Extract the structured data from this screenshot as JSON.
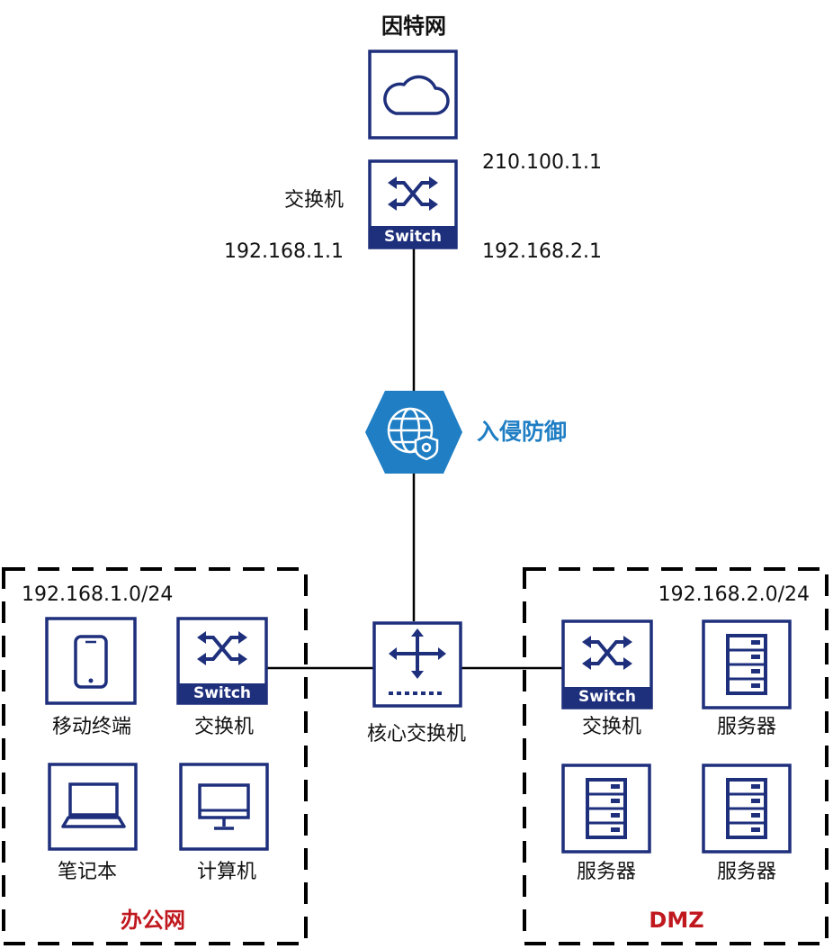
{
  "internet": {
    "label": "因特网",
    "icon": "cloud-icon"
  },
  "edge_switch": {
    "label": "交换机",
    "badge": "Switch",
    "wan_ip": "210.100.1.1",
    "lan_ip_1": "192.168.1.1",
    "lan_ip_2": "192.168.2.1"
  },
  "ids": {
    "label": "入侵防御",
    "icon": "globe-shield-icon",
    "color": "#1f7ec4"
  },
  "core_switch": {
    "label": "核心交换机",
    "icon": "router-arrows-icon"
  },
  "office": {
    "name": "办公网",
    "subnet": "192.168.1.0/24",
    "devices": {
      "mobile": "移动终端",
      "switch": "交换机",
      "switch_badge": "Switch",
      "laptop": "笔记本",
      "computer": "计算机"
    }
  },
  "dmz": {
    "name": "DMZ",
    "subnet": "192.168.2.0/24",
    "devices": {
      "switch": "交换机",
      "switch_badge": "Switch",
      "server_1": "服务器",
      "server_2": "服务器",
      "server_3": "服务器"
    }
  },
  "colors": {
    "device_stroke": "#1e2f7c",
    "zone_label": "#c0181f",
    "ids_fill": "#1f7ec4"
  }
}
